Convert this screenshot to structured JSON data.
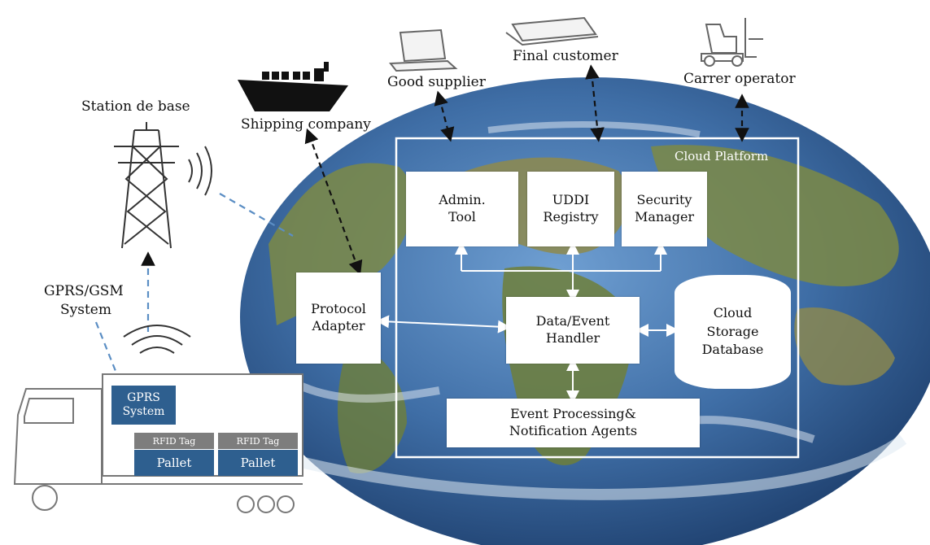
{
  "nodes": {
    "station": "Station de base",
    "gprs_gsm": [
      "GPRS/GSM",
      "System"
    ],
    "shipping": "Shipping company",
    "good_supplier": "Good supplier",
    "final_customer": "Final customer",
    "carrier_operator": "Carrer operator",
    "cloud_platform": "Cloud Platform",
    "admin_tool": [
      "Admin.",
      "Tool"
    ],
    "uddi_registry": [
      "UDDI",
      "Registry"
    ],
    "security_manager": [
      "Security",
      "Manager"
    ],
    "protocol_adapter": [
      "Protocol",
      "Adapter"
    ],
    "data_event_handler": [
      "Data/Event",
      "Handler"
    ],
    "cloud_storage": [
      "Cloud",
      "Storage",
      "Database"
    ],
    "event_processing": [
      "Event Processing&",
      "Notification Agents"
    ],
    "gprs_system": [
      "GPRS",
      "System"
    ],
    "rfid_tag_1": "RFID Tag",
    "rfid_tag_2": "RFID Tag",
    "pallet_1": "Pallet",
    "pallet_2": "Pallet"
  },
  "colors": {
    "ocean": "#3d6fa8",
    "land": "#7c8a45",
    "truck_box": "#2e5f8f",
    "dashed_blue": "#5b8ec4"
  }
}
